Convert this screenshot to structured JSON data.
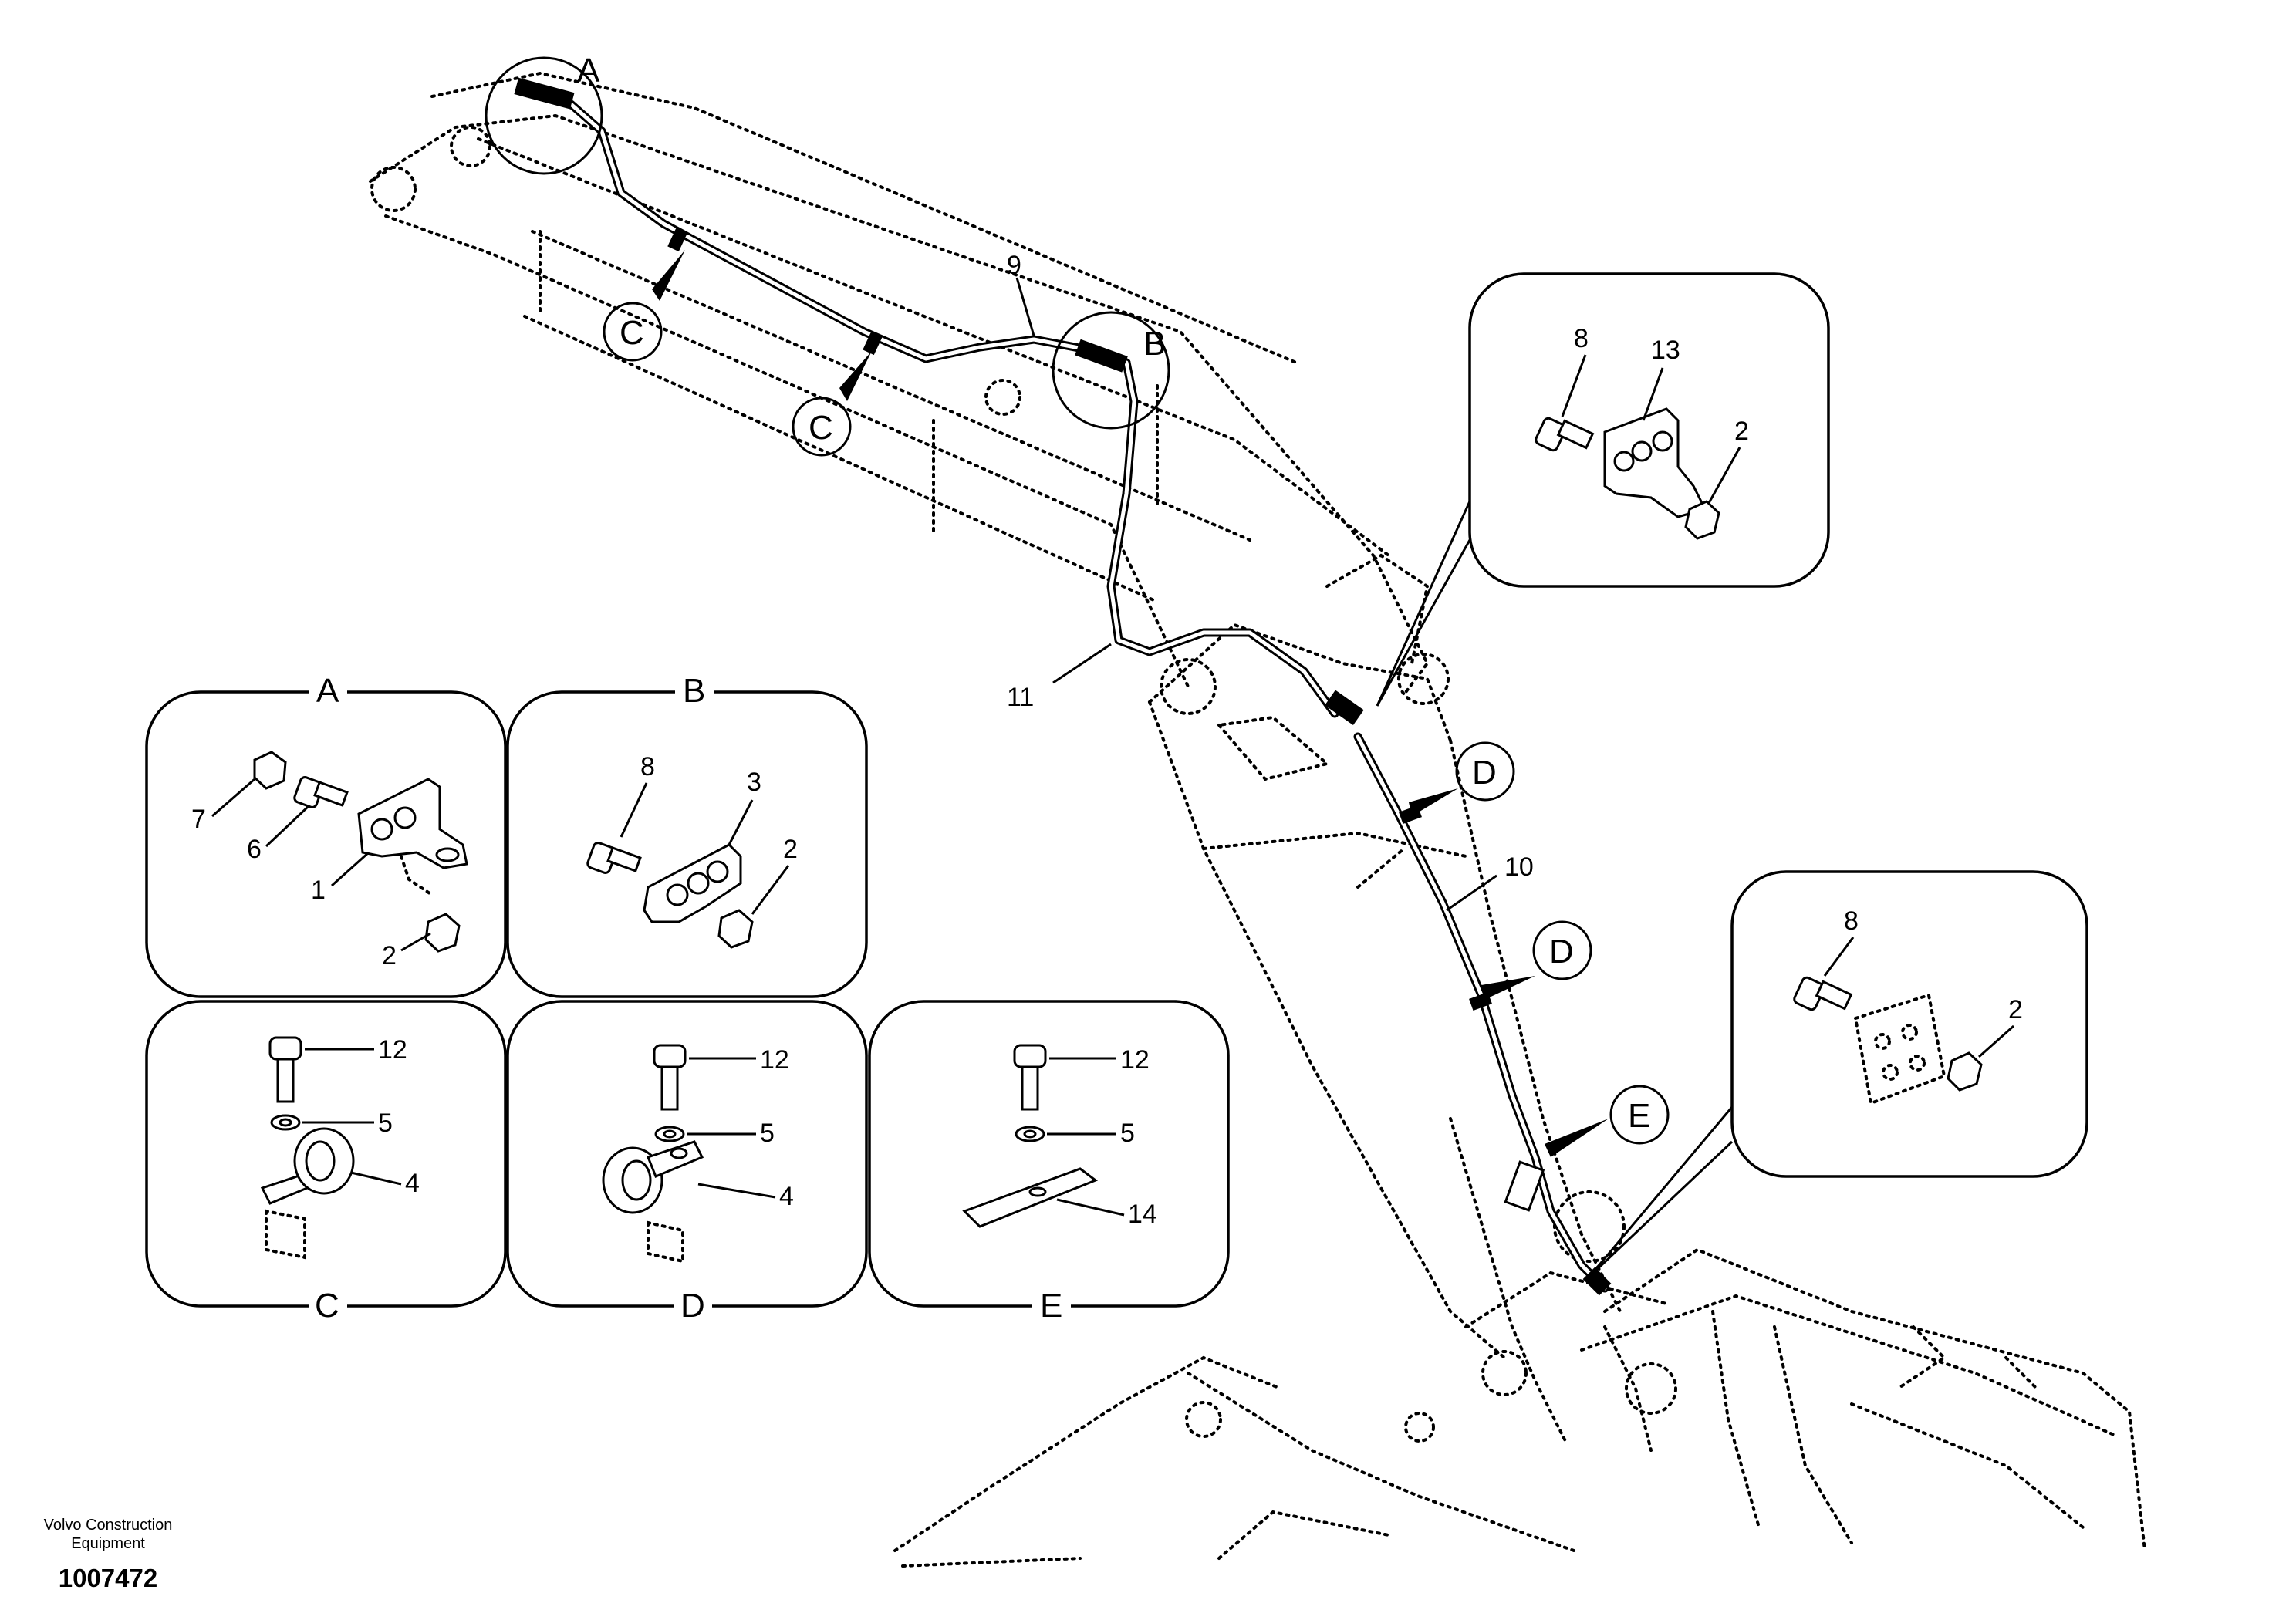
{
  "drawing": {
    "detail_letters": {
      "a": "A",
      "b": "B",
      "c": "C",
      "d": "D",
      "e": "E"
    },
    "part_numbers": {
      "p1": "1",
      "p2": "2",
      "p3": "3",
      "p4": "4",
      "p5": "5",
      "p6": "6",
      "p7": "7",
      "p8": "8",
      "p9": "9",
      "p10": "10",
      "p11": "11",
      "p12": "12",
      "p13": "13",
      "p14": "14"
    }
  },
  "footer": {
    "company_line1": "Volvo Construction",
    "company_line2": "Equipment",
    "drawing_number": "1007472"
  }
}
